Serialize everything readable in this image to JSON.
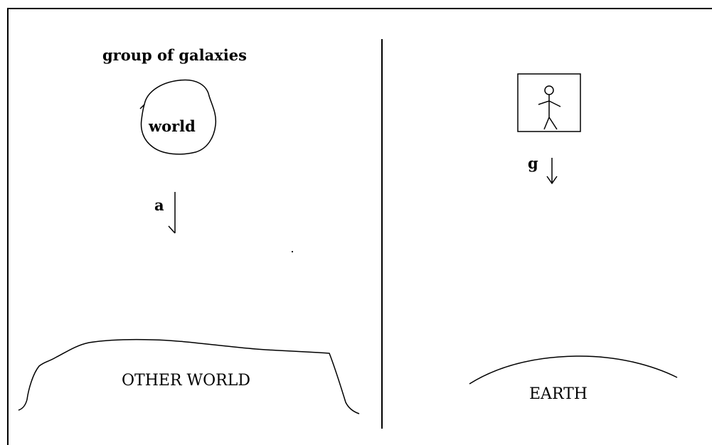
{
  "left_panel": {
    "heading": "group of galaxies",
    "blob_label": "world",
    "acceleration_label": "a",
    "ground_label": "OTHER WORLD"
  },
  "right_panel": {
    "gravity_label": "g",
    "ground_label": "EARTH"
  },
  "colors": {
    "ink": "#000000",
    "background": "#ffffff"
  }
}
